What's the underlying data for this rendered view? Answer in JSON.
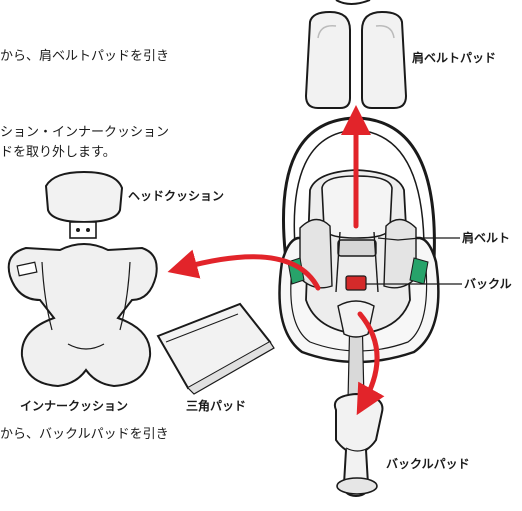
{
  "instructions": {
    "line1": "から、肩ベルトパッドを引き",
    "line2": "ション・インナークッション",
    "line3": "ドを取り外します。",
    "line4": "から、バックルパッドを引き"
  },
  "labels": {
    "shoulder_belt_pad": "肩ベルトパッド",
    "head_cushion": "ヘッドクッション",
    "shoulder_belt": "肩ベルト",
    "buckle": "バックル",
    "inner_cushion": "インナークッション",
    "triangle_pad": "三角パッド",
    "buckle_pad": "バックルパッド"
  },
  "colors": {
    "arrow": "#e2242a",
    "line": "#1a1a1a",
    "fill_light": "#f2f2f2",
    "fill_mid": "#dcdcdc",
    "accent_green": "#27a36a",
    "buckle_red": "#d42a2a"
  }
}
